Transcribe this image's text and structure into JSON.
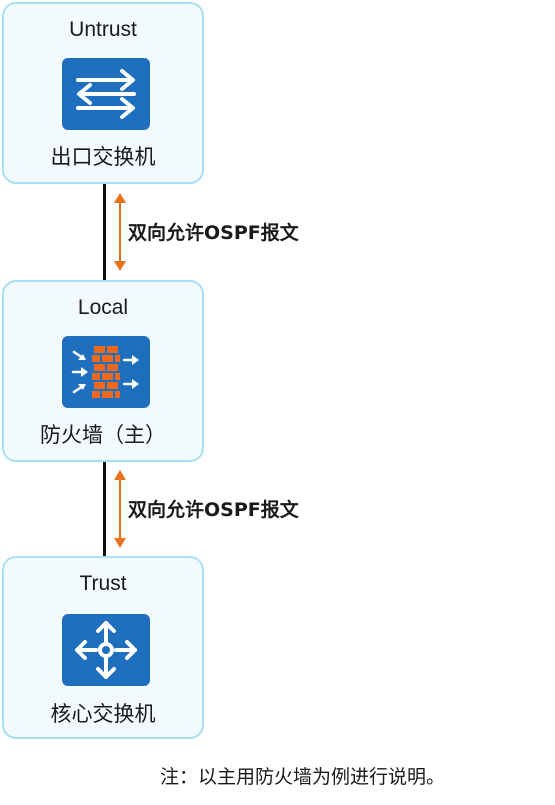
{
  "zones": [
    {
      "name": "Untrust",
      "device": "出口交换机",
      "icon": "switch-icon"
    },
    {
      "name": "Local",
      "device": "防火墙（主）",
      "icon": "firewall-icon"
    },
    {
      "name": "Trust",
      "device": "核心交换机",
      "icon": "core-switch-icon"
    }
  ],
  "links": [
    {
      "label": "双向允许OSPF报文"
    },
    {
      "label": "双向允许OSPF报文"
    }
  ],
  "footnote": "注：以主用防火墙为例进行说明。",
  "colors": {
    "zone_fill": "#f3fafe",
    "zone_border": "#a8dff3",
    "icon_fill": "#1f6fbf",
    "firewall_brick": "#f06a1e",
    "flow_arrow": "#e8731f"
  }
}
